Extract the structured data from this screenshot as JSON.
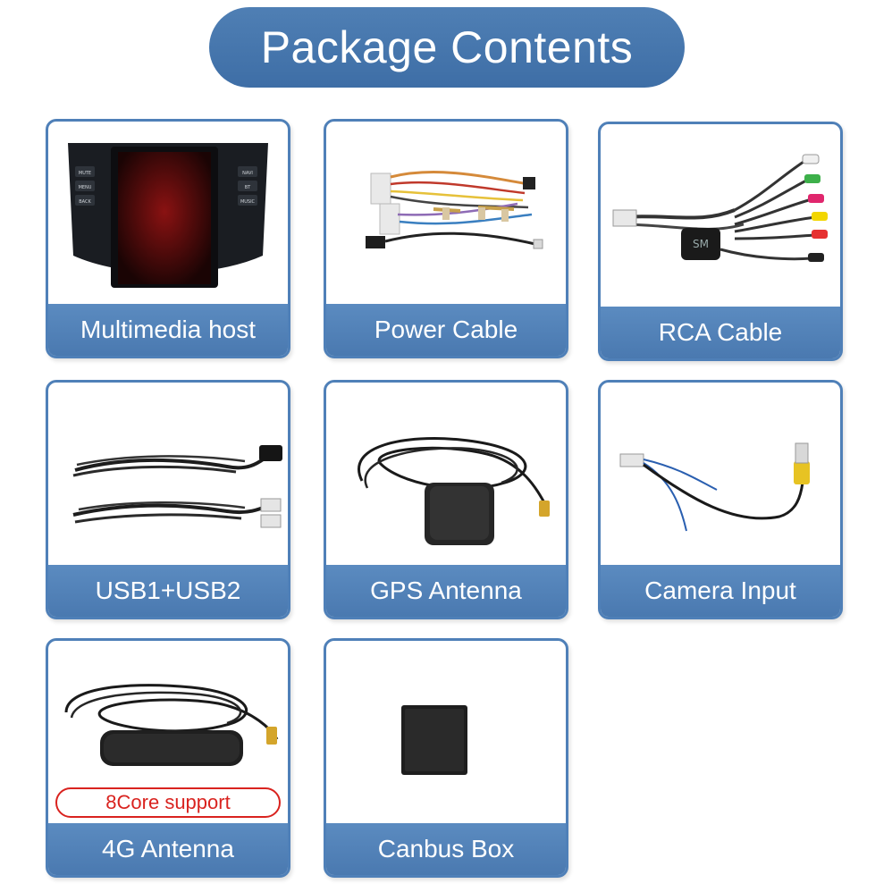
{
  "header": {
    "title": "Package Contents"
  },
  "items": [
    {
      "label": "Multimedia host",
      "icon": "head-unit-icon",
      "buttons_left": [
        "MUTE",
        "MENU",
        "BACK"
      ],
      "buttons_right": [
        "NAVI",
        "BT",
        "MUSIC"
      ]
    },
    {
      "label": "Power Cable",
      "icon": "power-cable-icon"
    },
    {
      "label": "RCA Cable",
      "icon": "rca-cable-icon",
      "badge": "SM"
    },
    {
      "label": "USB1+USB2",
      "icon": "usb-cables-icon"
    },
    {
      "label": "GPS Antenna",
      "icon": "gps-antenna-icon"
    },
    {
      "label": "Camera Input",
      "icon": "camera-cable-icon"
    },
    {
      "label": "4G Antenna",
      "icon": "4g-antenna-icon",
      "tag": "8Core support"
    },
    {
      "label": "Canbus Box",
      "icon": "canbus-box-icon"
    }
  ],
  "colors": {
    "accent": "#4f80b8",
    "tag_red": "#d9231f"
  }
}
